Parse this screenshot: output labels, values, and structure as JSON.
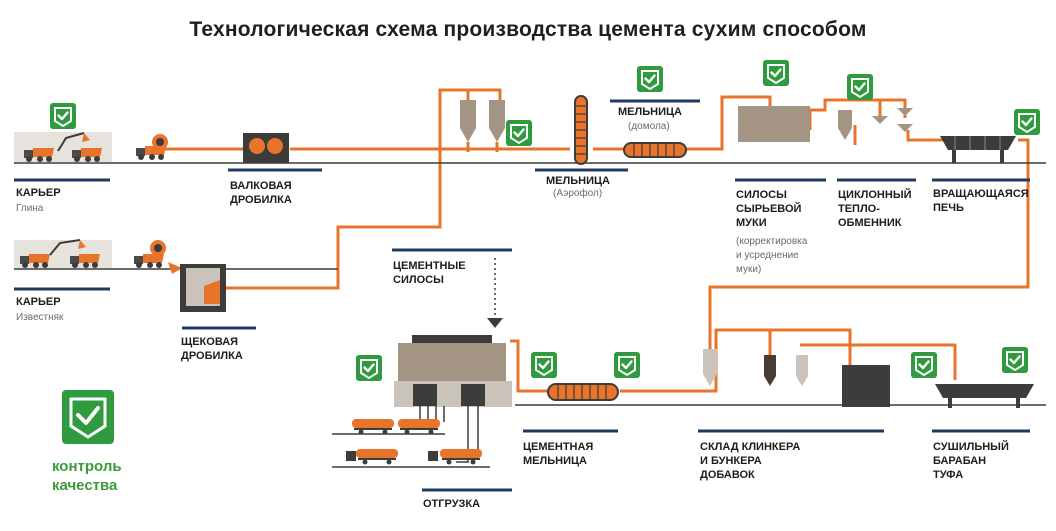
{
  "title": "Технологическая схема производства цемента сухим способом",
  "labels": {
    "quarry1": "КАРЬЕР",
    "quarry1_sub": "Глина",
    "quarry2": "КАРЬЕР",
    "quarry2_sub": "Известняк",
    "roll_crusher_1": "ВАЛКОВАЯ",
    "roll_crusher_2": "ДРОБИЛКА",
    "jaw_crusher_1": "ЩЕКОВАЯ",
    "jaw_crusher_2": "ДРОБИЛКА",
    "mill_aero": "МЕЛЬНИЦА",
    "mill_aero_sub": "(Аэрофол)",
    "mill_domola": "МЕЛЬНИЦА",
    "mill_domola_sub": "(домола)",
    "silos_raw_1": "СИЛОСЫ",
    "silos_raw_2": "СЫРЬЕВОЙ",
    "silos_raw_3": "МУКИ",
    "silos_raw_sub_1": "(корректировка",
    "silos_raw_sub_2": "и усреднение",
    "silos_raw_sub_3": "муки)",
    "cyclone_1": "ЦИКЛОННЫЙ",
    "cyclone_2": "ТЕПЛО-",
    "cyclone_3": "ОБМЕННИК",
    "kiln_1": "ВРАЩАЮЩАЯСЯ",
    "kiln_2": "ПЕЧЬ",
    "cement_silos_1": "ЦЕМЕНТНЫЕ",
    "cement_silos_2": "СИЛОСЫ",
    "cement_mill_1": "ЦЕМЕНТНАЯ",
    "cement_mill_2": "МЕЛЬНИЦА",
    "clinker_1": "СКЛАД КЛИНКЕРА",
    "clinker_2": "И БУНКЕРА",
    "clinker_3": "ДОБАВОК",
    "dryer_1": "СУШИЛЬНЫЙ",
    "dryer_2": "БАРАБАН",
    "dryer_3": "ТУФА",
    "shipment": "ОТГРУЗКА"
  },
  "quality_control": {
    "line1": "контроль",
    "line2": "качества"
  },
  "colors": {
    "pipe": "#e8742b",
    "check_green": "#2f9a3e",
    "dark": "#3c3c3b",
    "line": "#3c3c3b",
    "tan": "#a39483",
    "navy": "#1e3a5f"
  }
}
